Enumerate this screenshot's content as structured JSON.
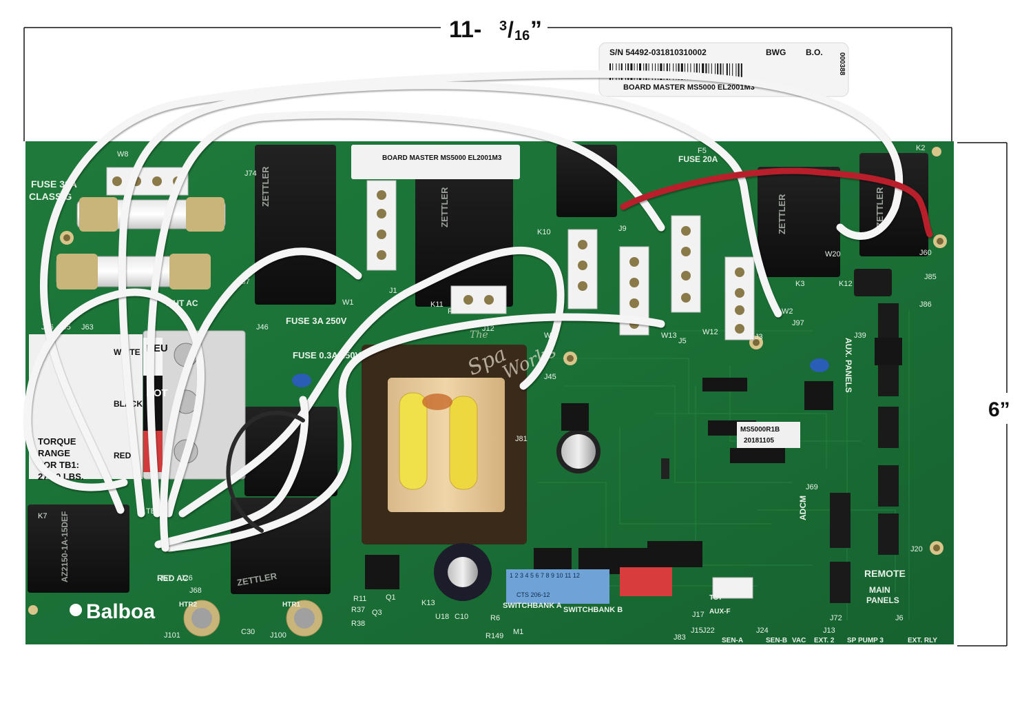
{
  "dimensions": {
    "width_label_main": "11-",
    "width_label_num": "3",
    "width_label_slash": "/",
    "width_label_den": "16",
    "width_label_quote": "”",
    "height_label": "6”"
  },
  "sticker": {
    "serial": "S/N 54492-031810310002",
    "code1": "BWG",
    "code2": "B.O.",
    "description": "BOARD MASTER MS5000 EL2001M3",
    "side_number": "000388"
  },
  "board": {
    "brand": "Balboa",
    "model_label": "MS5000R1B",
    "model_date": "20181105",
    "watermark_line1": "The",
    "watermark_line2": "Spa",
    "watermark_line3": "Works",
    "relay_brand": "ZETTLER",
    "relay_part": "AZ2150-1A-15DEF",
    "labels": {
      "fuse_main": "FUSE 30A",
      "fuse_class": "CLASS G",
      "fuse_3a": "FUSE 3A 250V",
      "fuse_03a": "FUSE 0.3A 250V",
      "fuse_20a": "FUSE 20A",
      "wht_ac": "WHT AC",
      "red_ac": "RED AC",
      "neutral": "NEU",
      "hot": "HOT",
      "white": "WHITE",
      "black": "BLACK",
      "red": "RED",
      "torque_1": "TORQUE",
      "torque_2": "RANGE",
      "torque_3": "FOR TB1:",
      "torque_4": "27-30 LBS.",
      "switchbank_a": "SWITCHBANK A",
      "switchbank_b": "SWITCHBANK B",
      "dip_cts": "CTS 206-12",
      "dip_numbers": "1 2 3 4 5 6 7 8 9 10 11 12",
      "aux_panels": "AUX. PANELS",
      "remote": "REMOTE",
      "main": "MAIN",
      "panels": "PANELS",
      "sen_a": "SEN-A",
      "sen_b": "SEN-B",
      "vac": "VAC",
      "ext2": "EXT. 2",
      "sp_pump3": "SP PUMP 3",
      "ext_rly": "EXT. RLY",
      "aux_f": "AUX-F",
      "tst": "TST",
      "adcm": "ADCM",
      "htr1": "HTR1",
      "htr2": "HTR2"
    },
    "designators": [
      "W8",
      "J74",
      "J37",
      "K11",
      "J1",
      "F4",
      "J12",
      "W7",
      "J45",
      "W1",
      "K10",
      "J9",
      "J5",
      "W12",
      "W13",
      "J3",
      "W2",
      "F5",
      "K3",
      "J97",
      "K12",
      "J60",
      "J85",
      "J86",
      "W20",
      "K2",
      "J39",
      "J69",
      "J72",
      "J13",
      "J6",
      "J20",
      "J68",
      "J101",
      "J100",
      "C30",
      "K13",
      "J81",
      "TB1",
      "K7",
      "J46",
      "J66",
      "J63",
      "J57",
      "J26",
      "J24",
      "J22",
      "J15",
      "J83",
      "J17",
      "M1",
      "Q1",
      "Q3",
      "U18",
      "C10",
      "R6",
      "R11",
      "R37",
      "R38",
      "R149",
      "J65"
    ]
  }
}
